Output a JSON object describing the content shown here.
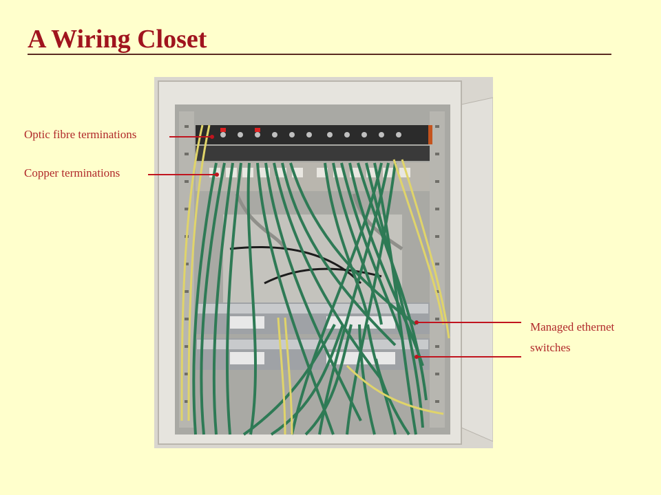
{
  "slide": {
    "title": "A Wiring Closet"
  },
  "labels": {
    "optic_fibre": "Optic fibre terminations",
    "copper": "Copper terminations",
    "switches_line1": "Managed ethernet",
    "switches_line2": "switches"
  },
  "colors": {
    "background": "#ffffcc",
    "title": "#a0141e",
    "label": "#b0282a",
    "leader": "#c0141e"
  }
}
